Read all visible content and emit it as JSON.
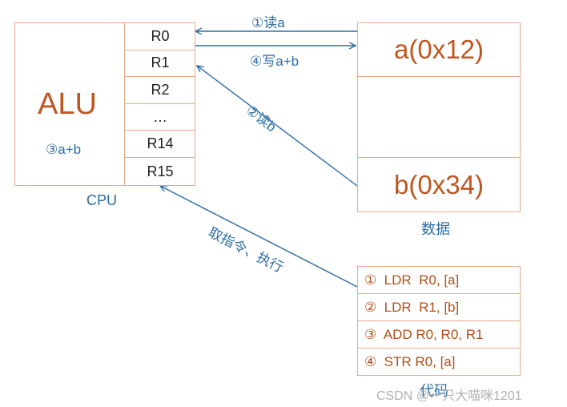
{
  "cpu": {
    "alu_label": "ALU",
    "alu_op": "③a+b",
    "caption": "CPU",
    "registers": [
      "R0",
      "R1",
      "R2",
      "…",
      "R14",
      "R15"
    ]
  },
  "memory": {
    "cell_a": "a(0x12)",
    "cell_b": "b(0x34)",
    "caption": "数据"
  },
  "code": {
    "lines": [
      "①  LDR  R0, [a]",
      "②  LDR  R1, [b]",
      "③  ADD R0, R0, R1",
      "④  STR R0, [a]"
    ],
    "caption": "代码"
  },
  "arrows": {
    "read_a": "①读a",
    "write_ab": "④写a+b",
    "read_b": "②读b",
    "fetch_exec": "取指令、执行"
  },
  "watermark": "CSDN @一只大喵咪1201",
  "colors": {
    "border": "#e8a98a",
    "accent_brown": "#c0561e",
    "arrow_blue": "#2e6ca3"
  }
}
